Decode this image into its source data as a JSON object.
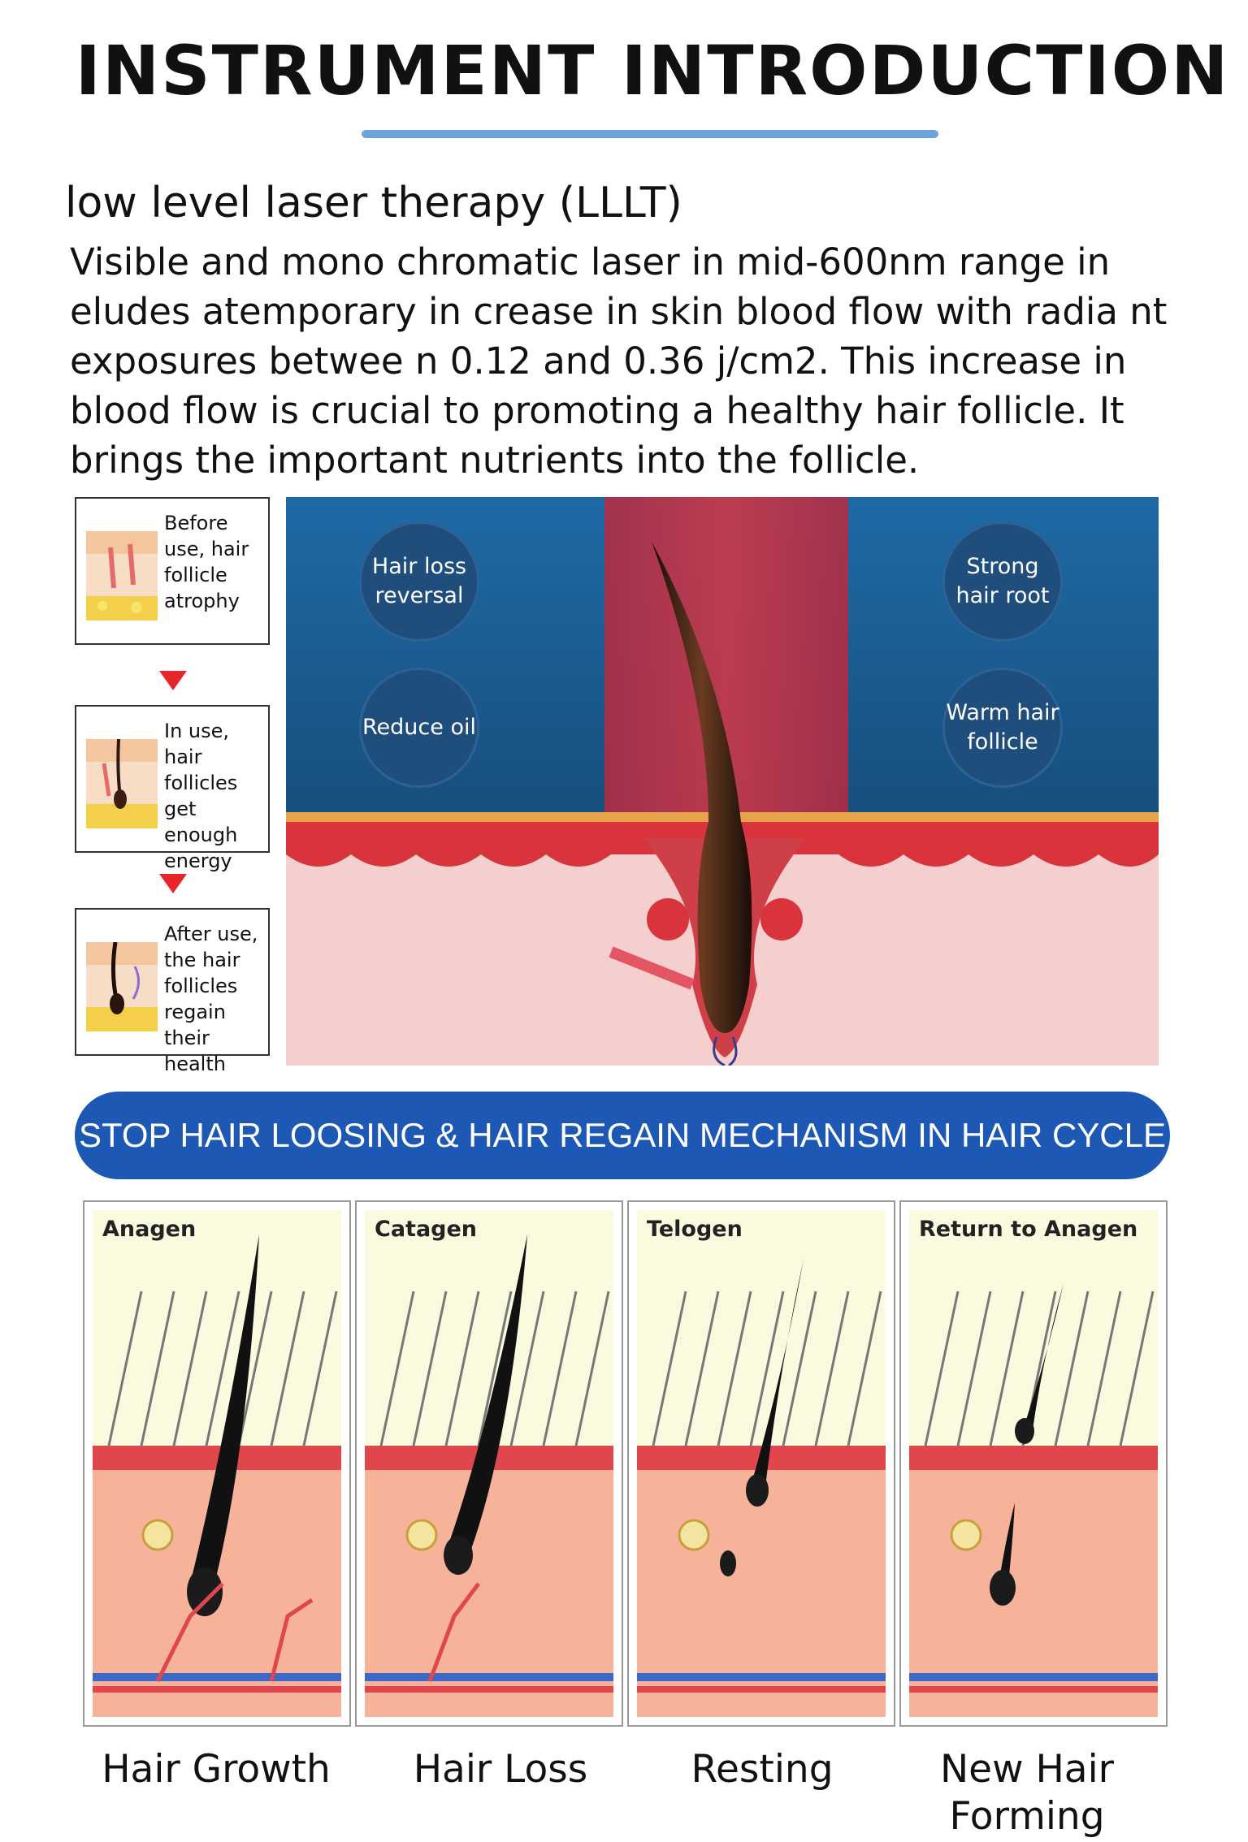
{
  "header": {
    "title": "INSTRUMENT INTRODUCTION",
    "subtitle": "low level laser therapy (LLLT)",
    "body": "Visible and mono chromatic laser in mid-600nm range in eludes atemporary in crease in skin blood flow with radia nt exposures betwee n 0.12 and 0.36 j/cm2. This increase in blood flow is crucial to promoting a healthy hair follicle. It brings the important nutrients into the follicle."
  },
  "stages": [
    {
      "text": "Before use, hair follicle atrophy"
    },
    {
      "text": "In use, hair follicles get enough energy"
    },
    {
      "text": "After use, the hair follicles regain their health"
    }
  ],
  "hero": {
    "badges": [
      {
        "text": "Hair loss reversal"
      },
      {
        "text": "Reduce oil"
      },
      {
        "text": "Strong hair root"
      },
      {
        "text": "Warm hair follicle"
      }
    ]
  },
  "banner": {
    "text": "STOP HAIR LOOSING & HAIR REGAIN MECHANISM IN HAIR CYCLE"
  },
  "cycle": [
    {
      "label": "Anagen",
      "caption": "Hair Growth"
    },
    {
      "label": "Catagen",
      "caption": "Hair Loss"
    },
    {
      "label": "Telogen",
      "caption": "Resting"
    },
    {
      "label": "Return to Anagen",
      "caption": "New Hair Forming"
    }
  ],
  "colors": {
    "accent_line": "#6fa3dc",
    "banner_bg": "#1c58b4",
    "hero_blue": "#1f5d93",
    "laser_red": "#b8323f",
    "arrow_red": "#e8262a"
  }
}
